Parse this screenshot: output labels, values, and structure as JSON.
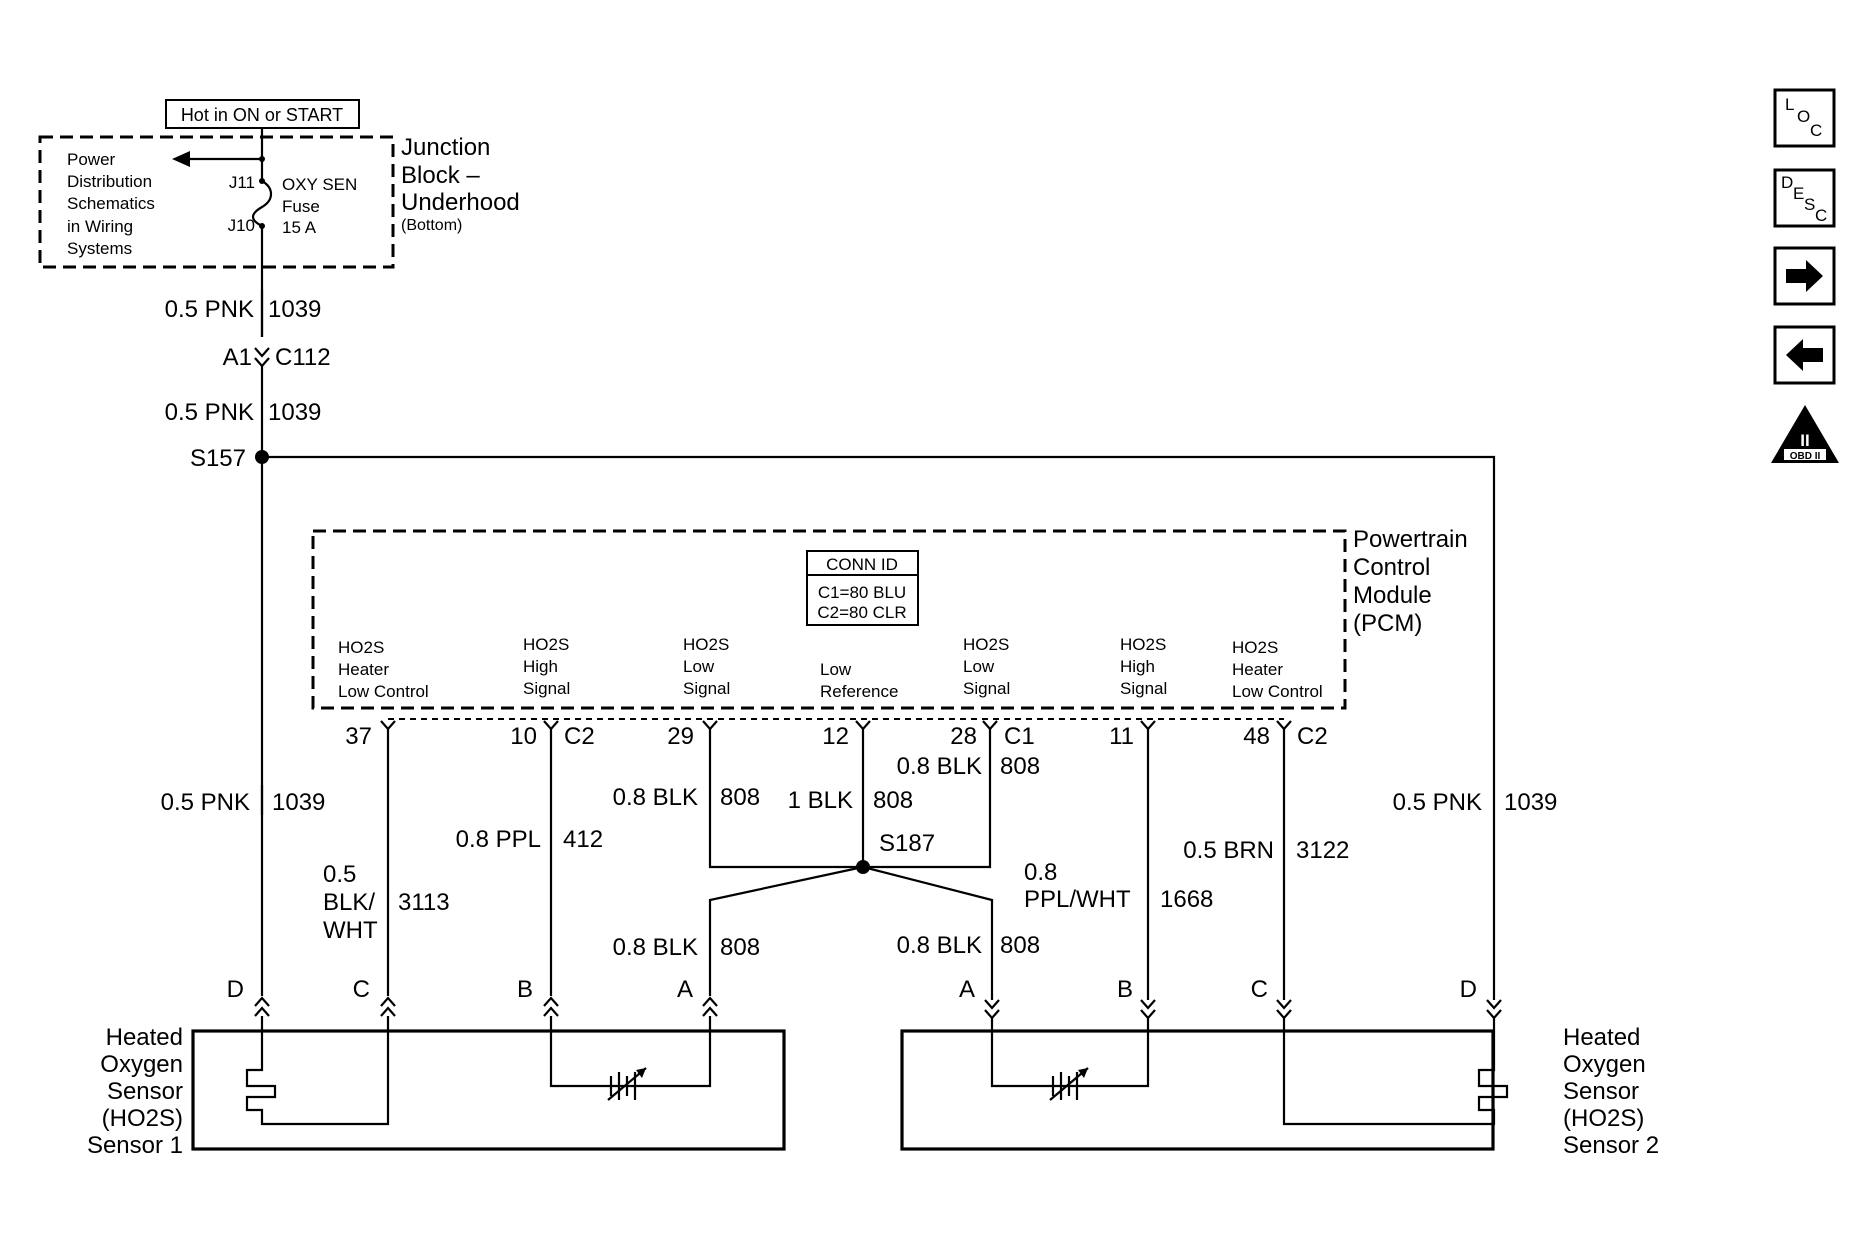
{
  "power_source": {
    "label": "Hot in ON or START",
    "power_dist_note": [
      "Power",
      "Distribution",
      "Schematics",
      "in Wiring",
      "Systems"
    ],
    "terminal_top": "J11",
    "terminal_bottom": "J10",
    "fuse": [
      "OXY SEN",
      "Fuse",
      "15 A"
    ],
    "junction_block": [
      "Junction",
      "Block –",
      "Underhood"
    ],
    "junction_block_note": "(Bottom)"
  },
  "wires": {
    "upper_1": {
      "gauge_color": "0.5 PNK",
      "circuit": "1039"
    },
    "connector_c112": {
      "pin": "A1",
      "id": "C112"
    },
    "upper_2": {
      "gauge_color": "0.5 PNK",
      "circuit": "1039"
    },
    "splice_s157": "S157",
    "sensor1_d": {
      "gauge_color": "0.5 PNK",
      "circuit": "1039"
    },
    "sensor1_c": {
      "gauge_color": [
        "0.5",
        "BLK/",
        "WHT"
      ],
      "circuit": "3113"
    },
    "sensor1_b": {
      "gauge_color": "0.8 PPL",
      "circuit": "412"
    },
    "pin29": {
      "gauge_color": "0.8 BLK",
      "circuit": "808"
    },
    "pin12": {
      "gauge_color": "1 BLK",
      "circuit": "808"
    },
    "pin28": {
      "gauge_color": "0.8 BLK",
      "circuit": "808"
    },
    "splice_s187": "S187",
    "sensor1_a": {
      "gauge_color": "0.8 BLK",
      "circuit": "808"
    },
    "sensor2_a": {
      "gauge_color": "0.8 BLK",
      "circuit": "808"
    },
    "sensor2_b": {
      "gauge_color": [
        "0.8",
        "PPL/WHT"
      ],
      "circuit": "1668"
    },
    "sensor2_c": {
      "gauge_color": "0.5 BRN",
      "circuit": "3122"
    },
    "sensor2_d": {
      "gauge_color": "0.5 PNK",
      "circuit": "1039"
    }
  },
  "pcm": {
    "title": [
      "Powertrain",
      "Control",
      "Module",
      "(PCM)"
    ],
    "conn_id": {
      "header": "CONN ID",
      "c1": "C1=80 BLU",
      "c2": "C2=80 CLR"
    },
    "terminals": [
      {
        "name": [
          "HO2S",
          "Heater",
          "Low Control"
        ],
        "pin": "37",
        "conn": ""
      },
      {
        "name": [
          "HO2S",
          "High",
          "Signal"
        ],
        "pin": "10",
        "conn": "C2"
      },
      {
        "name": [
          "HO2S",
          "Low",
          "Signal"
        ],
        "pin": "29",
        "conn": ""
      },
      {
        "name": [
          "Low",
          "Reference"
        ],
        "pin": "12",
        "conn": ""
      },
      {
        "name": [
          "HO2S",
          "Low",
          "Signal"
        ],
        "pin": "28",
        "conn": "C1"
      },
      {
        "name": [
          "HO2S",
          "High",
          "Signal"
        ],
        "pin": "11",
        "conn": ""
      },
      {
        "name": [
          "HO2S",
          "Heater",
          "Low Control"
        ],
        "pin": "48",
        "conn": "C2"
      }
    ]
  },
  "sensor1": {
    "title": [
      "Heated",
      "Oxygen",
      "Sensor",
      "(HO2S)",
      "Sensor 1"
    ],
    "pins": [
      "D",
      "C",
      "B",
      "A"
    ]
  },
  "sensor2": {
    "title": [
      "Heated",
      "Oxygen",
      "Sensor",
      "(HO2S)",
      "Sensor 2"
    ],
    "pins": [
      "A",
      "B",
      "C",
      "D"
    ]
  },
  "nav": {
    "loc": [
      "L",
      "O",
      "C"
    ],
    "desc": [
      "D",
      "E",
      "S",
      "C"
    ],
    "obd": [
      "II",
      "OBD II"
    ],
    "icons": [
      "loc-icon",
      "desc-icon",
      "arrow-right-icon",
      "arrow-left-icon",
      "obd-ii-icon"
    ]
  }
}
